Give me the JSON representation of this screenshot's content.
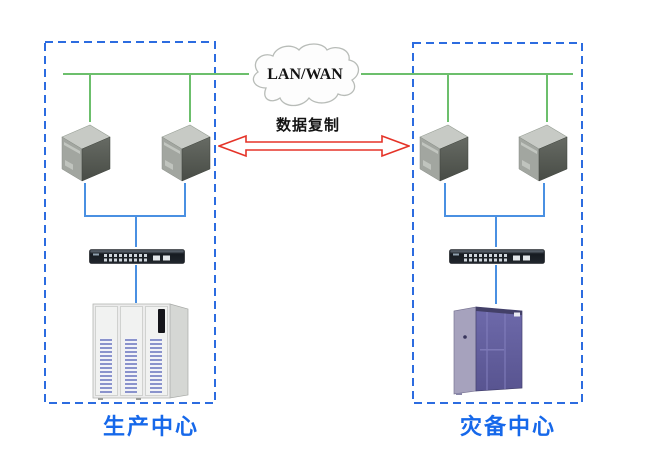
{
  "cloud": {
    "label": "LAN/WAN"
  },
  "replication": {
    "label": "数据复制"
  },
  "sites": {
    "production": {
      "label": "生产中心",
      "devices": [
        "server",
        "server",
        "ethernet-switch",
        "storage-array"
      ]
    },
    "disaster_recovery": {
      "label": "灾备中心",
      "devices": [
        "server",
        "server",
        "ethernet-switch",
        "storage-cabinet"
      ]
    }
  },
  "colors": {
    "site_border_blue": "#2c6ce0",
    "lan_line_green": "#6cbf6c",
    "link_line_blue": "#4a90e2",
    "replication_arrow_red": "#e53328",
    "site_label_blue": "#1668ea",
    "diagram_text_black": "#141414"
  }
}
